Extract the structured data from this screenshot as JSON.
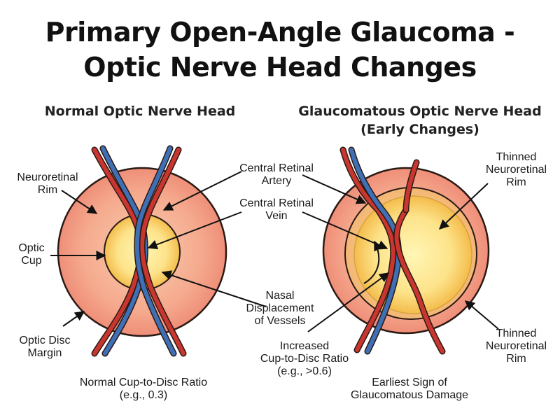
{
  "title": {
    "line1": "Primary Open-Angle Glaucoma -",
    "line2": "Optic Nerve Head Changes"
  },
  "normal": {
    "heading": "Normal Optic Nerve Head",
    "labels": {
      "neuroretinal_rim_1": "Neuroretinal",
      "neuroretinal_rim_2": "Rim",
      "optic_cup_1": "Optic",
      "optic_cup_2": "Cup",
      "optic_disc_margin_1": "Optic Disc",
      "optic_disc_margin_2": "Margin"
    },
    "caption_1": "Normal Cup-to-Disc Ratio",
    "caption_2": "(e.g., 0.3)"
  },
  "glaucoma": {
    "heading_1": "Glaucomatous Optic Nerve Head",
    "heading_2": "(Early Changes)",
    "labels": {
      "thinned_rim_top_1": "Thinned",
      "thinned_rim_top_2": "Neuroretinal",
      "thinned_rim_top_3": "Rim",
      "thinned_rim_bottom_1": "Thinned",
      "thinned_rim_bottom_2": "Neuroretinal",
      "thinned_rim_bottom_3": "Rim"
    },
    "caption_1": "Earliest Sign of",
    "caption_2": "Glaucomatous Damage"
  },
  "center_labels": {
    "artery_1": "Central Retinal",
    "artery_2": "Artery",
    "vein_1": "Central Retinal",
    "vein_2": "Vein",
    "nasal_1": "Nasal",
    "nasal_2": "Displacement",
    "nasal_3": "of Vessels",
    "cdr_1": "Increased",
    "cdr_2": "Cup-to-Disc Ratio",
    "cdr_3": "(e.g., >0.6)"
  },
  "colors": {
    "disc_outer": "#f2957e",
    "disc_inner": "#f7c3a4",
    "cup_outer": "#f5c24f",
    "cup_inner": "#fff2a8",
    "artery": "#c8362f",
    "vein": "#3f6fb5",
    "outline": "#2a1a14"
  }
}
